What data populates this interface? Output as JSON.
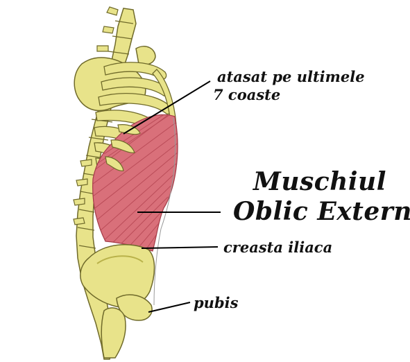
{
  "labels": {
    "ribs_line1": "atasat pe ultimele",
    "ribs_line2": "7 coaste",
    "title_line1": "Muschiul",
    "title_line2": "Oblic  Extern",
    "iliac": "creasta  iliaca",
    "pubis": "pubis"
  },
  "colors": {
    "bone_fill": "#e8e38a",
    "bone_shadow": "#b9b24a",
    "bone_outline": "#6f6a2a",
    "muscle_fill": "#d9707a",
    "muscle_fiber": "#b0404e",
    "leader_line": "#000000"
  }
}
